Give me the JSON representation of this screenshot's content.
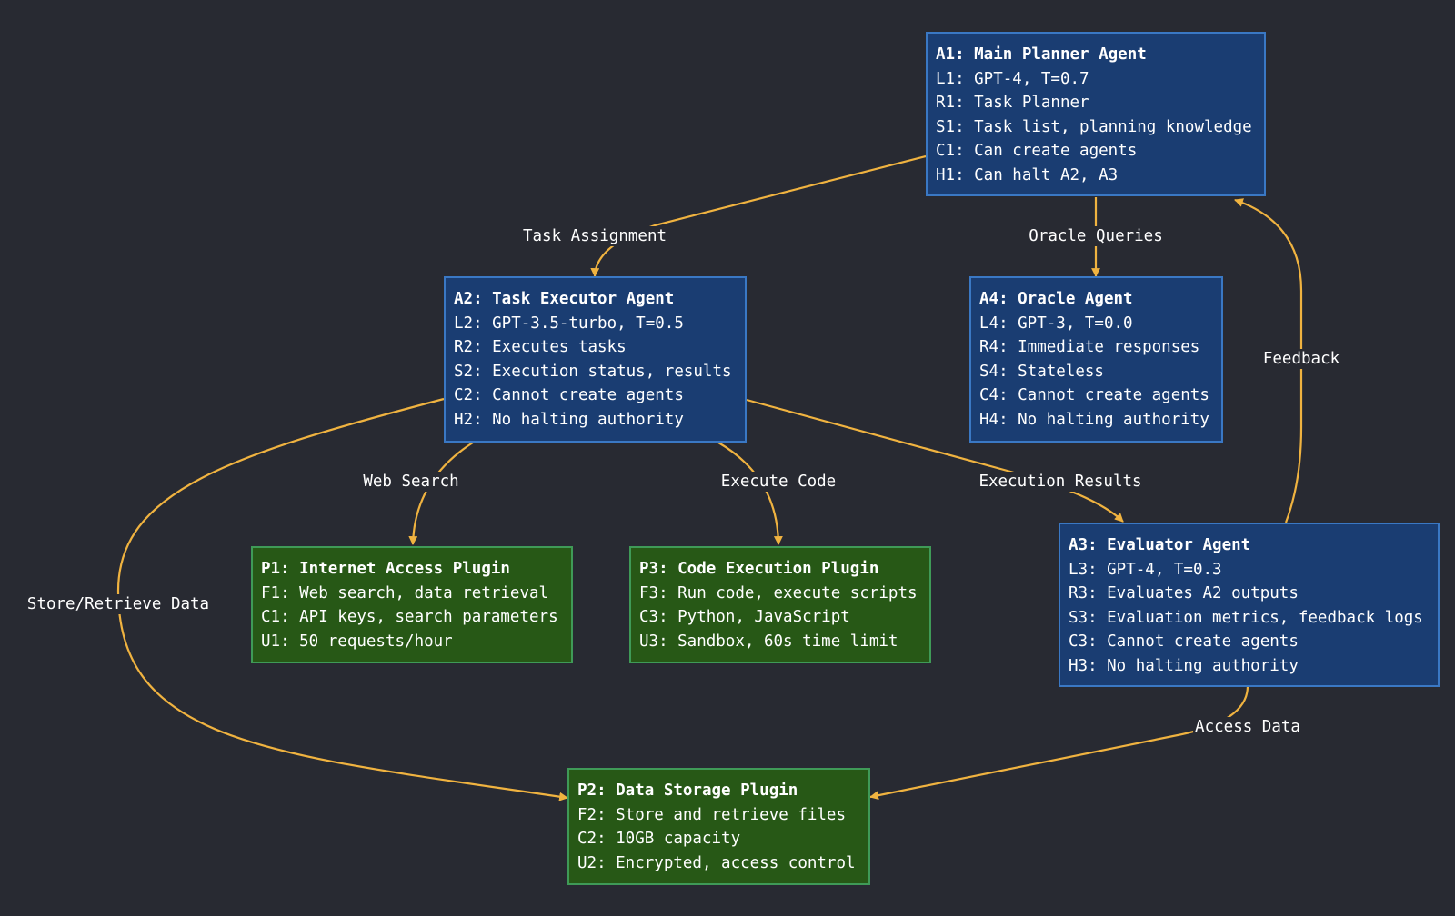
{
  "colors": {
    "background": "#282a32",
    "agent_fill": "#1a3d72",
    "agent_border": "#3a78c4",
    "plugin_fill": "#275816",
    "plugin_border": "#3f9a57",
    "edge": "#f0b340",
    "text": "#ffffff"
  },
  "nodes": {
    "a1": {
      "title": "A1: Main Planner Agent",
      "lines": [
        "L1: GPT-4, T=0.7",
        "R1: Task Planner",
        "S1: Task list, planning knowledge",
        "C1: Can create agents",
        "H1: Can halt A2, A3"
      ]
    },
    "a2": {
      "title": "A2: Task Executor Agent",
      "lines": [
        "L2: GPT-3.5-turbo, T=0.5",
        "R2: Executes tasks",
        "S2: Execution status, results",
        "C2: Cannot create agents",
        "H2: No halting authority"
      ]
    },
    "a4": {
      "title": "A4: Oracle Agent",
      "lines": [
        "L4: GPT-3, T=0.0",
        "R4: Immediate responses",
        "S4: Stateless",
        "C4: Cannot create agents",
        "H4: No halting authority"
      ]
    },
    "a3": {
      "title": "A3: Evaluator Agent",
      "lines": [
        "L3: GPT-4, T=0.3",
        "R3: Evaluates A2 outputs",
        "S3: Evaluation metrics, feedback logs",
        "C3: Cannot create agents",
        "H3: No halting authority"
      ]
    },
    "p1": {
      "title": "P1: Internet Access Plugin",
      "lines": [
        "F1: Web search, data retrieval",
        "C1: API keys, search parameters",
        "U1: 50 requests/hour"
      ]
    },
    "p3": {
      "title": "P3: Code Execution Plugin",
      "lines": [
        "F3: Run code, execute scripts",
        "C3: Python, JavaScript",
        "U3: Sandbox, 60s time limit"
      ]
    },
    "p2": {
      "title": "P2: Data Storage Plugin",
      "lines": [
        "F2: Store and retrieve files",
        "C2: 10GB capacity",
        "U2: Encrypted, access control"
      ]
    }
  },
  "edges": {
    "task_assignment": "Task Assignment",
    "oracle_queries": "Oracle Queries",
    "feedback": "Feedback",
    "web_search": "Web Search",
    "execute_code": "Execute Code",
    "execution_results": "Execution Results",
    "store_retrieve": "Store/Retrieve Data",
    "access_data": "Access Data"
  }
}
